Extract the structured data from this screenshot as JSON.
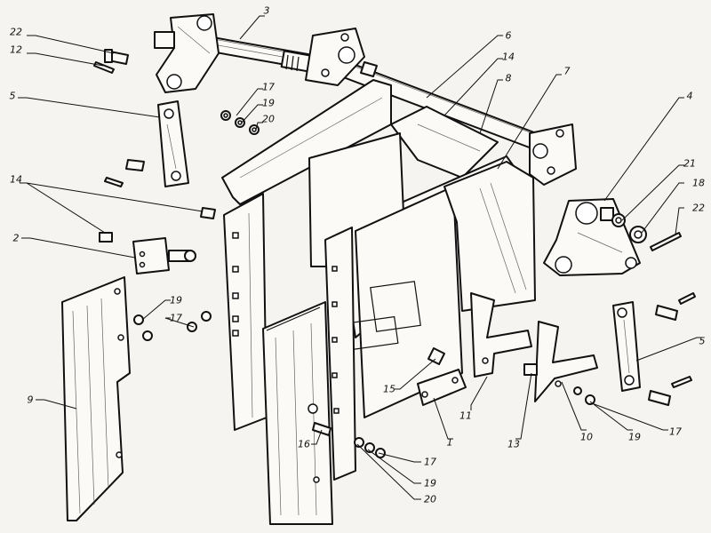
{
  "callouts": [
    {
      "id": "c3",
      "text": "3"
    },
    {
      "id": "c22a",
      "text": "22"
    },
    {
      "id": "c12",
      "text": "12"
    },
    {
      "id": "c6",
      "text": "6"
    },
    {
      "id": "c14a",
      "text": "14"
    },
    {
      "id": "c8",
      "text": "8"
    },
    {
      "id": "c7",
      "text": "7"
    },
    {
      "id": "c5a",
      "text": "5"
    },
    {
      "id": "c17a",
      "text": "17"
    },
    {
      "id": "c19a",
      "text": "19"
    },
    {
      "id": "c20a",
      "text": "20"
    },
    {
      "id": "c4",
      "text": "4"
    },
    {
      "id": "c21",
      "text": "21"
    },
    {
      "id": "c18",
      "text": "18"
    },
    {
      "id": "c22b",
      "text": "22"
    },
    {
      "id": "c14b",
      "text": "14"
    },
    {
      "id": "c2",
      "text": "2"
    },
    {
      "id": "c19b",
      "text": "19"
    },
    {
      "id": "c17b",
      "text": "17"
    },
    {
      "id": "c9",
      "text": "9"
    },
    {
      "id": "c15",
      "text": "15"
    },
    {
      "id": "c11",
      "text": "11"
    },
    {
      "id": "c1",
      "text": "1"
    },
    {
      "id": "c13",
      "text": "13"
    },
    {
      "id": "c10",
      "text": "10"
    },
    {
      "id": "c19c",
      "text": "19"
    },
    {
      "id": "c17c",
      "text": "17"
    },
    {
      "id": "c5b",
      "text": "5"
    },
    {
      "id": "c16",
      "text": "16"
    },
    {
      "id": "c17d",
      "text": "17"
    },
    {
      "id": "c19d",
      "text": "19"
    },
    {
      "id": "c20b",
      "text": "20"
    }
  ]
}
